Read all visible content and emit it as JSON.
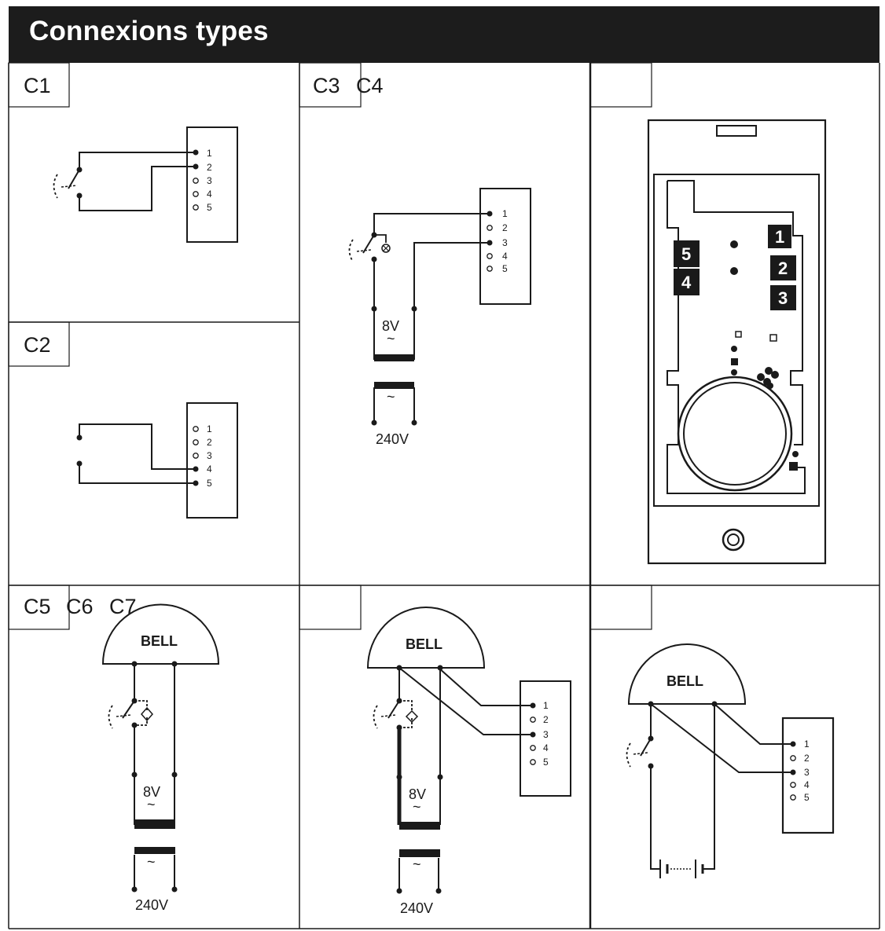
{
  "header": {
    "title": "Connexions types"
  },
  "panels": {
    "c1": {
      "label": "C1",
      "terminals": [
        "1",
        "2",
        "3",
        "4",
        "5"
      ]
    },
    "c2": {
      "label": "C2",
      "terminals": [
        "1",
        "2",
        "3",
        "4",
        "5"
      ]
    },
    "c3c4": {
      "label_a": "C3",
      "label_b": "C4",
      "terminals": [
        "1",
        "2",
        "3",
        "4",
        "5"
      ],
      "low_voltage": "8V",
      "ac_symbol": "~",
      "mains_voltage": "240V"
    },
    "device": {
      "badges": [
        "1",
        "2",
        "3",
        "5",
        "4"
      ]
    },
    "c5c6c7": {
      "label_a": "C5",
      "label_b": "C6",
      "label_c": "C7",
      "bell": "BELL",
      "low_voltage": "8V",
      "ac_symbol": "~",
      "mains_voltage": "240V"
    },
    "bell_8v": {
      "bell": "BELL",
      "terminals": [
        "1",
        "2",
        "3",
        "4",
        "5"
      ],
      "low_voltage": "8V",
      "ac_symbol": "~",
      "mains_voltage": "240V"
    },
    "bell_battery": {
      "bell": "BELL",
      "terminals": [
        "1",
        "2",
        "3",
        "4",
        "5"
      ]
    }
  }
}
